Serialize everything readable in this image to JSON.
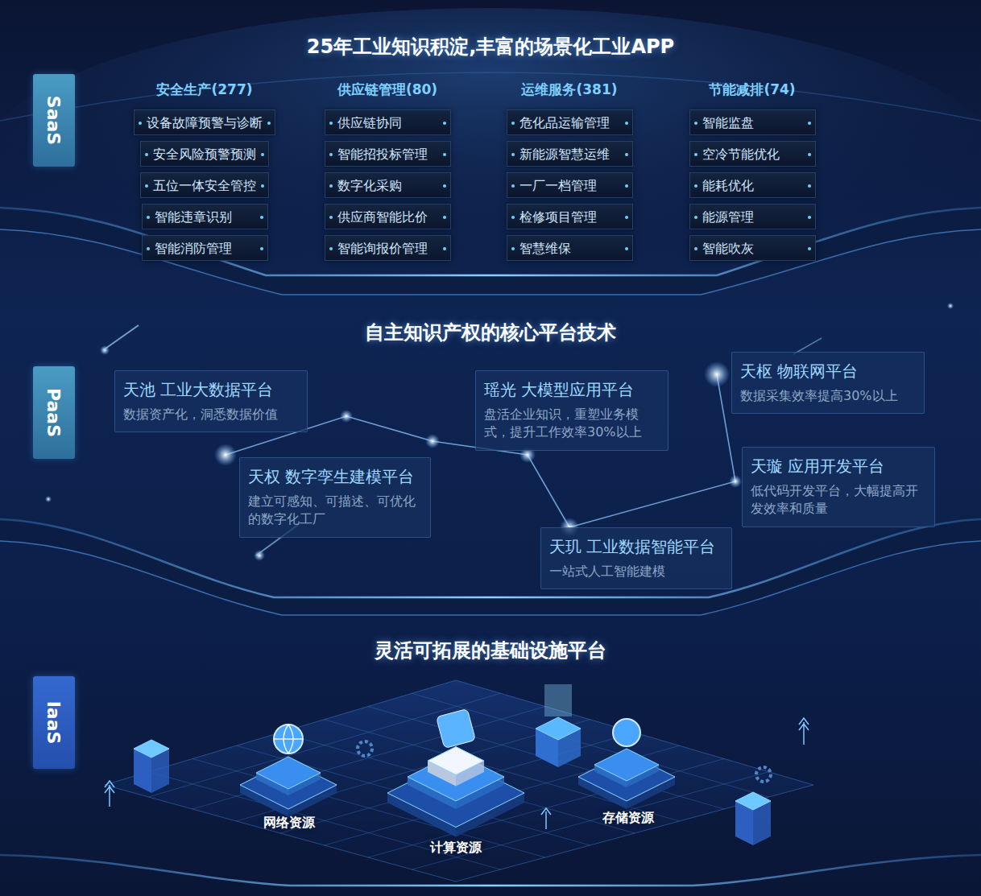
{
  "diagram": {
    "nodes": [
      {
        "text": [
          "SaaS"
        ]
      },
      {
        "text": [
          "25年工业知识积淀,丰富的场景化工业APP"
        ]
      },
      {
        "text": [
          "设备故障预警与诊断"
        ],
        "in": 1
      },
      {
        "text": [
          "安全风险预警预测"
        ],
        "in": 1
      },
      {
        "text": [
          "五位一体安全管控"
        ],
        "in": 1
      },
      {
        "text": [
          "智能违章识别"
        ],
        "in": 1
      },
      {
        "text": [
          "智能消防管理"
        ],
        "in": 1
      },
      {
        "text": [
          "供应链协同"
        ],
        "in": 1
      },
      {
        "text": [
          "智能招投标管理"
        ],
        "in": 1
      },
      {
        "text": [
          "数字化采购"
        ],
        "in": 1
      },
      {
        "text": [
          "供应商智能比价"
        ],
        "in": 1
      },
      {
        "text": [
          "智能询报价管理"
        ],
        "in": 1
      },
      {
        "text": [
          "危化品运输管理"
        ],
        "in": 1
      },
      {
        "text": [
          "新能源智慧运维"
        ],
        "in": 1
      },
      {
        "text": [
          "一厂一档管理"
        ],
        "in": 1
      },
      {
        "text": [
          "检修项目管理"
        ],
        "in": 1
      },
      {
        "text": [
          "智慧维保"
        ],
        "in": 1
      },
      {
        "text": [
          "智能监盘"
        ],
        "in": 1
      },
      {
        "text": [
          "空冷节能优化"
        ],
        "in": 1
      },
      {
        "text": [
          "能耗优化"
        ],
        "in": 1
      },
      {
        "text": [
          "能源管理"
        ],
        "in": 1
      },
      {
        "text": [
          "智能吹灰"
        ],
        "in": 1
      },
      {
        "text": [
          "PaaS"
        ]
      },
      {
        "text": [
          "自主知识产权的核心平台技术"
        ]
      },
      {
        "text": [
          "天池 工业大数据平台",
          "数据资产化，洞悉数据价值"
        ],
        "in": 23
      },
      {
        "text": [
          "瑶光 大模型应用平台",
          "盘活企业知识，重塑业务模式，提升工作效率30%以上"
        ],
        "in": 23
      },
      {
        "text": [
          "天枢 物联网平台",
          "数据采集效率提高30%以上"
        ],
        "in": 23
      },
      {
        "text": [
          "天权 数字孪生建模平台",
          "建立可感知、可描述、可优化的数字化工厂"
        ],
        "in": 23
      },
      {
        "text": [
          "天璇 应用开发平台",
          "低代码开发平台，大幅提高开发效率和质量"
        ],
        "in": 23
      },
      {
        "text": [
          "天玑 工业数据智能平台",
          "一站式人工智能建模"
        ],
        "in": 23
      },
      {
        "text": [
          "IaaS"
        ]
      },
      {
        "text": [
          "灵活可拓展的基础设施平台"
        ]
      }
    ],
    "labels": [
      "安全生产(277)",
      "供应链管理(80)",
      "运维服务(381)",
      "节能减排(74)",
      "网络资源",
      "计算资源",
      "存储资源"
    ]
  }
}
